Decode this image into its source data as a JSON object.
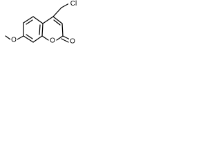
{
  "molecule": {
    "atoms": {
      "chlorine": "Cl",
      "ring_oxygen": "O",
      "carbonyl_oxygen": "O",
      "methoxy_oxygen": "O"
    },
    "colors": {
      "bond": "#000000",
      "atom": "#000000",
      "background": "#ffffff"
    }
  }
}
